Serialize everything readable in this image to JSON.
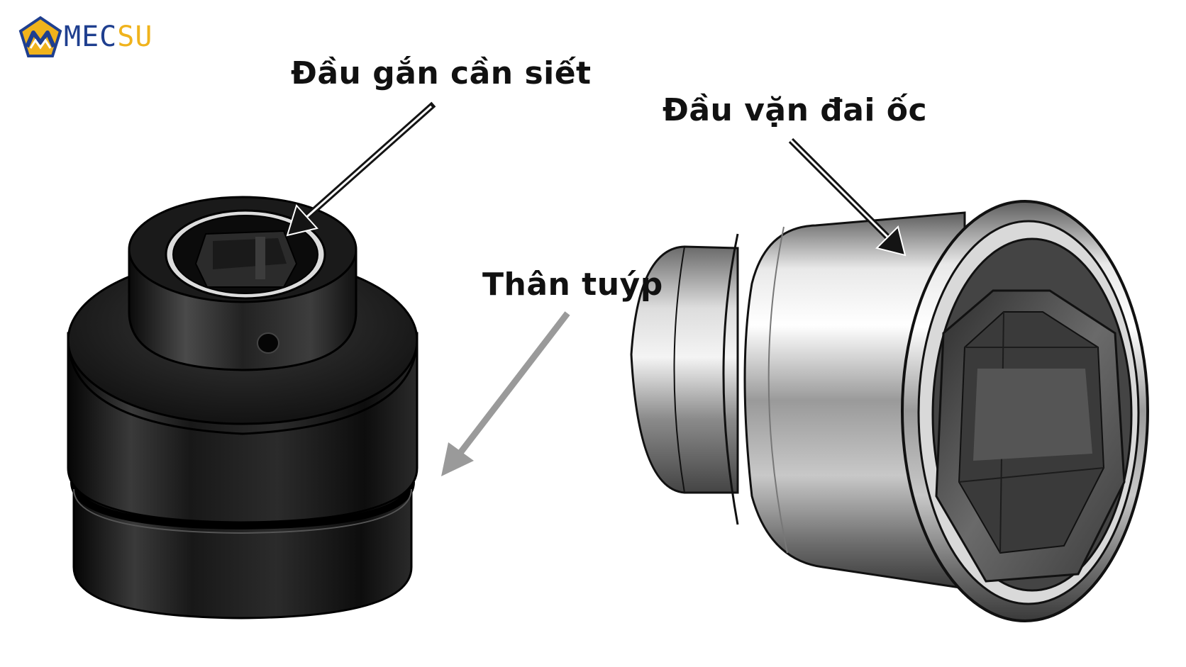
{
  "brand": {
    "logo_icon": "mecsu-pentagon-m-logo",
    "name_part1": "MEC",
    "name_part2": "SU",
    "color_primary": "#1f3f8f",
    "color_accent": "#f0b31c"
  },
  "labels": {
    "drive_end": "Đầu gắn cần siết",
    "nut_end": "Đầu vặn đai ốc",
    "body": "Thân tuýp"
  },
  "colors": {
    "black_socket": "#1c1c1c",
    "chrome_socket": "#b9b9b9",
    "arrow_dark": "#141414",
    "arrow_gray": "#9a9a9a"
  }
}
